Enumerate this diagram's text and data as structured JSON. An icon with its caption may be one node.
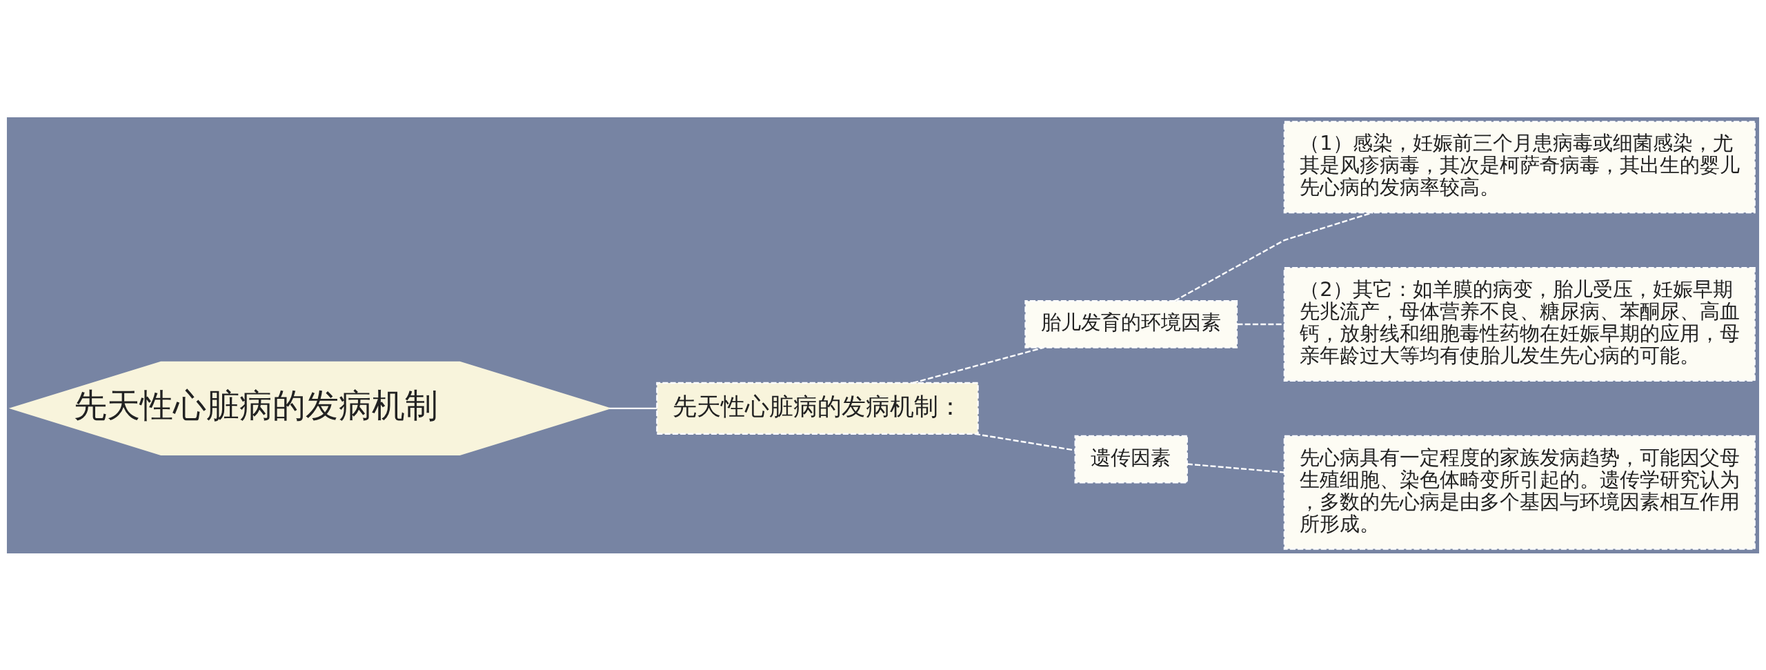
{
  "diagram": {
    "nodes": [
      {
        "text": [
          "先天性心脏病的发病机制"
        ]
      },
      {
        "text": [
          "先天性心脏病的发病机制："
        ]
      },
      {
        "text": [
          "胎儿发育的环境因素"
        ]
      },
      {
        "text": [
          "（1）感染，妊娠前三个月患病毒或细菌感染，尤其是风疹病毒，其次是柯萨奇病毒，其出生的婴儿先心病的发病率较高。"
        ]
      },
      {
        "text": [
          "（2）其它：如羊膜的病变，胎儿受压，妊娠早期先兆流产，母体营养不良、糖尿病、苯酮尿、高血钙，放射线和细胞毒性药物在妊娠早期的应用，母亲年龄过大等均有使胎儿发生先心病的可能。"
        ]
      },
      {
        "text": [
          "遗传因素"
        ]
      },
      {
        "text": [
          "先心病具有一定程度的家族发病趋势，可能因父母生殖细胞、染色体畸变所引起的。遗传学研究认为，多数的先心病是由多个基因与环境因素相互作用所形成。"
        ]
      }
    ],
    "edges": [
      {
        "from": 0,
        "to": 1,
        "arrow": "none"
      },
      {
        "from": 1,
        "to": 2,
        "arrow": "none",
        "style": "dashed"
      },
      {
        "from": 1,
        "to": 5,
        "arrow": "none",
        "style": "dashed"
      },
      {
        "from": 2,
        "to": 3,
        "arrow": "none",
        "style": "dashed"
      },
      {
        "from": 2,
        "to": 4,
        "arrow": "none",
        "style": "dashed"
      },
      {
        "from": 5,
        "to": 6,
        "arrow": "none",
        "style": "dashed"
      }
    ]
  }
}
